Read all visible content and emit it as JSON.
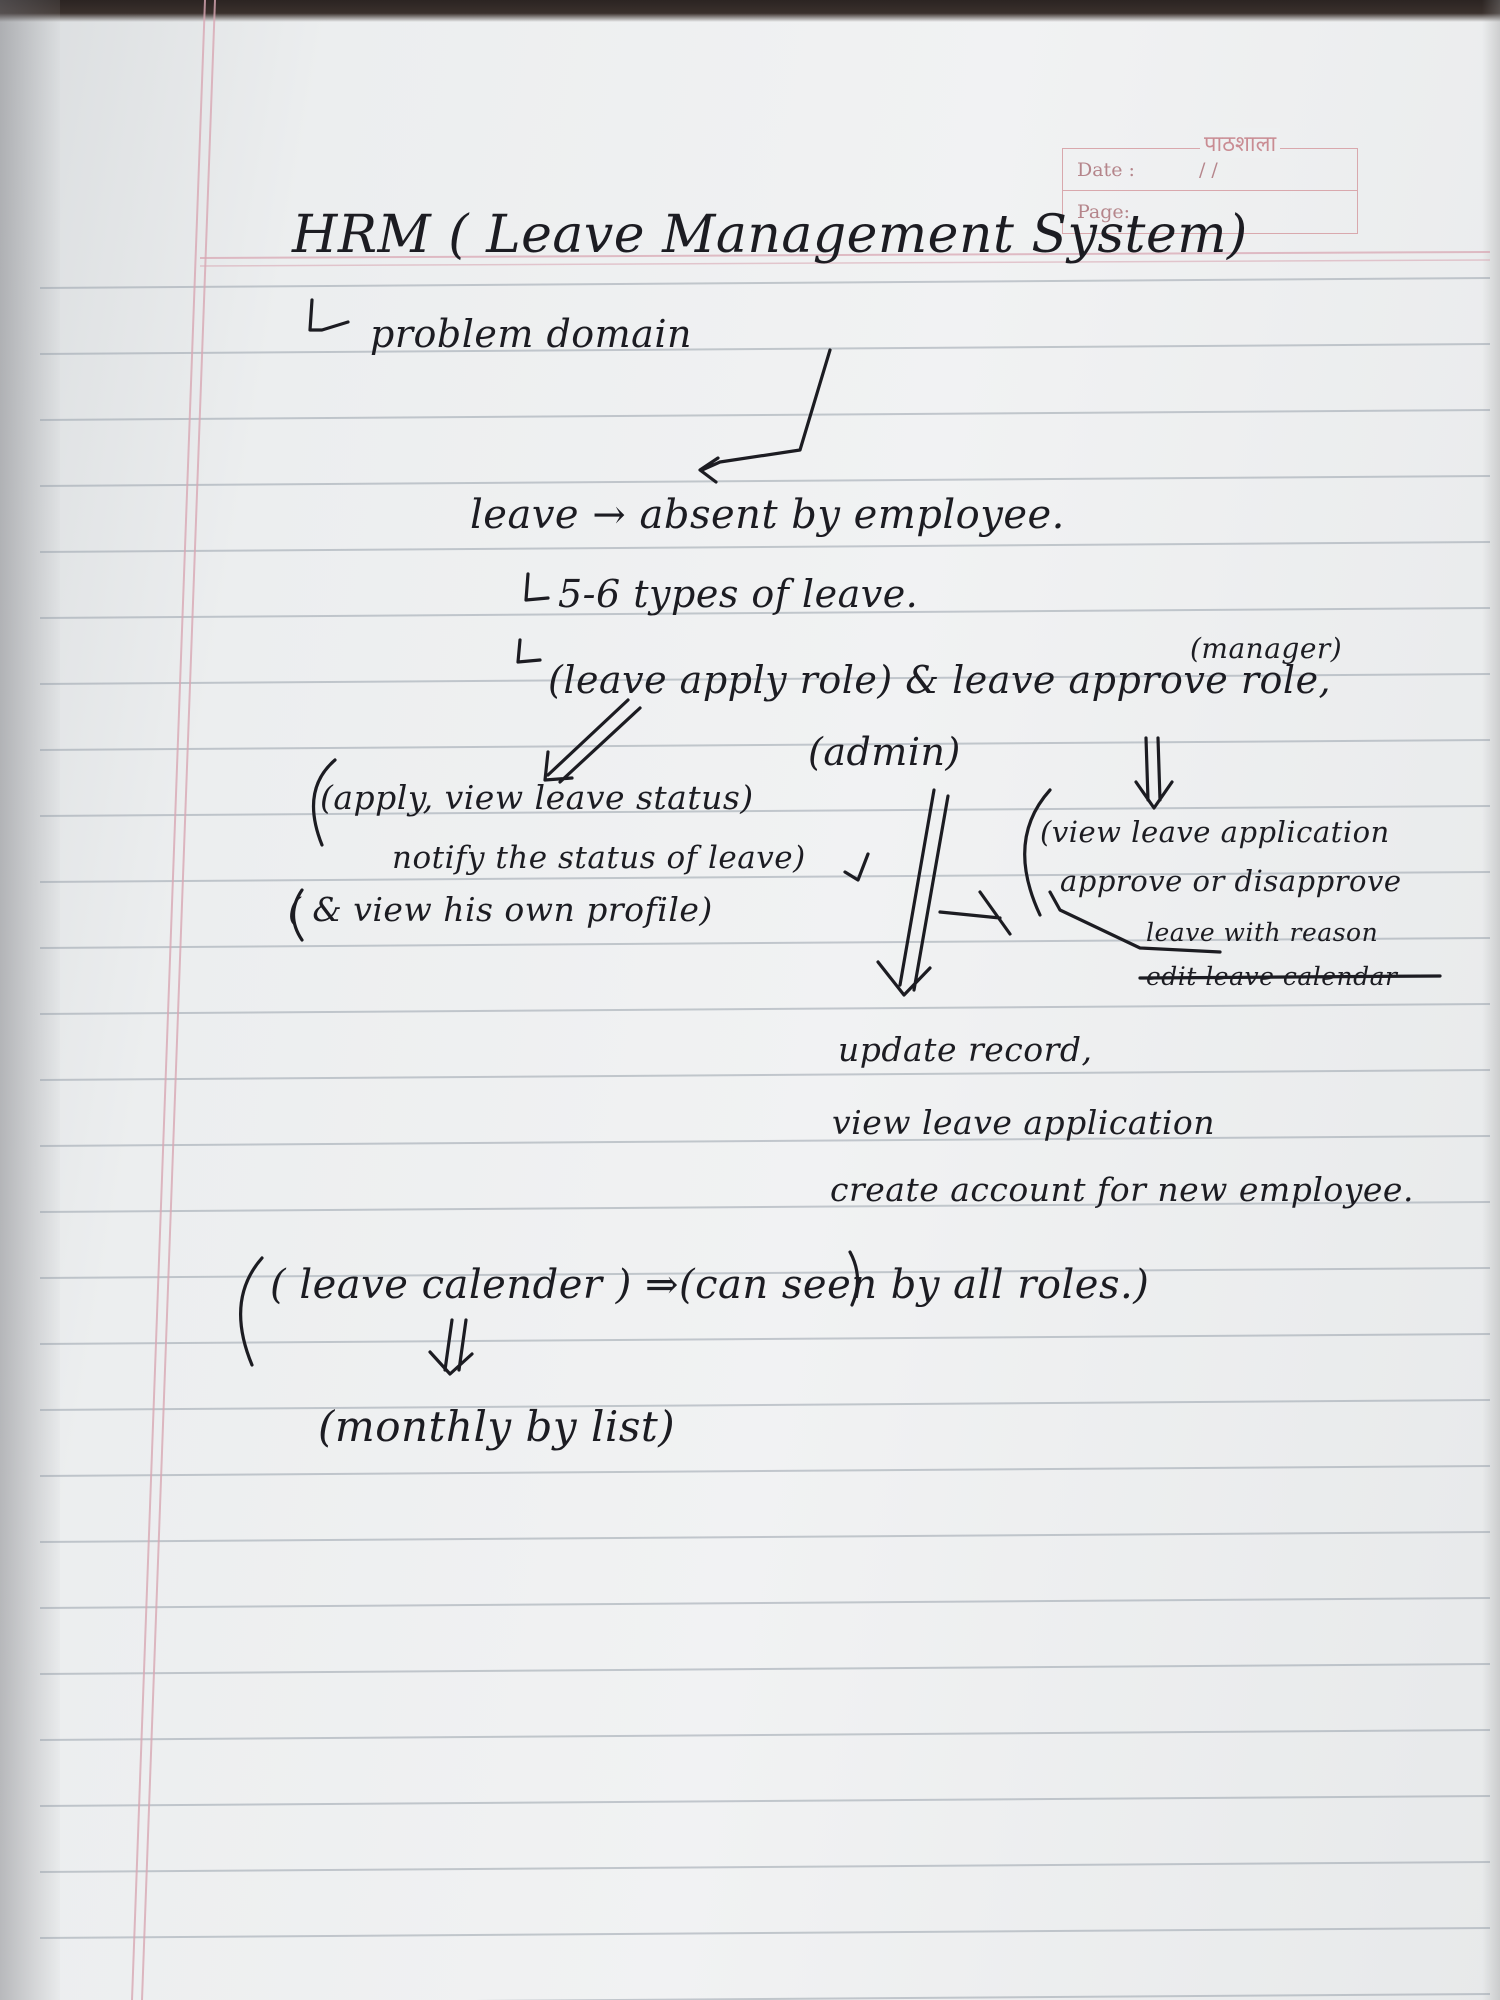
{
  "header": {
    "brand": "पाठशाला",
    "date_label": "Date :",
    "date_value": "/ /",
    "page_label": "Page:"
  },
  "notes": {
    "title": "HRM ( Leave Management System)",
    "subtitle": "problem domain",
    "leave_def": "leave → absent by employee.",
    "types": "5-6 types of leave.",
    "roles": "(leave apply role) & leave approve role,",
    "manager": "(manager)",
    "admin": "(admin)",
    "employee_duties": [
      "(apply, view leave status)",
      "notify the status of leave)",
      "( & view his own profile)"
    ],
    "manager_duties": [
      "(view leave application",
      "approve or disapprove",
      "leave with reason",
      "edit leave calendar"
    ],
    "admin_duties": [
      "update record,",
      "view leave application",
      "create account for new employee."
    ],
    "calendar": "( leave calender ) ⇒(can seen by all roles.)",
    "monthly": "(monthly by list)"
  }
}
